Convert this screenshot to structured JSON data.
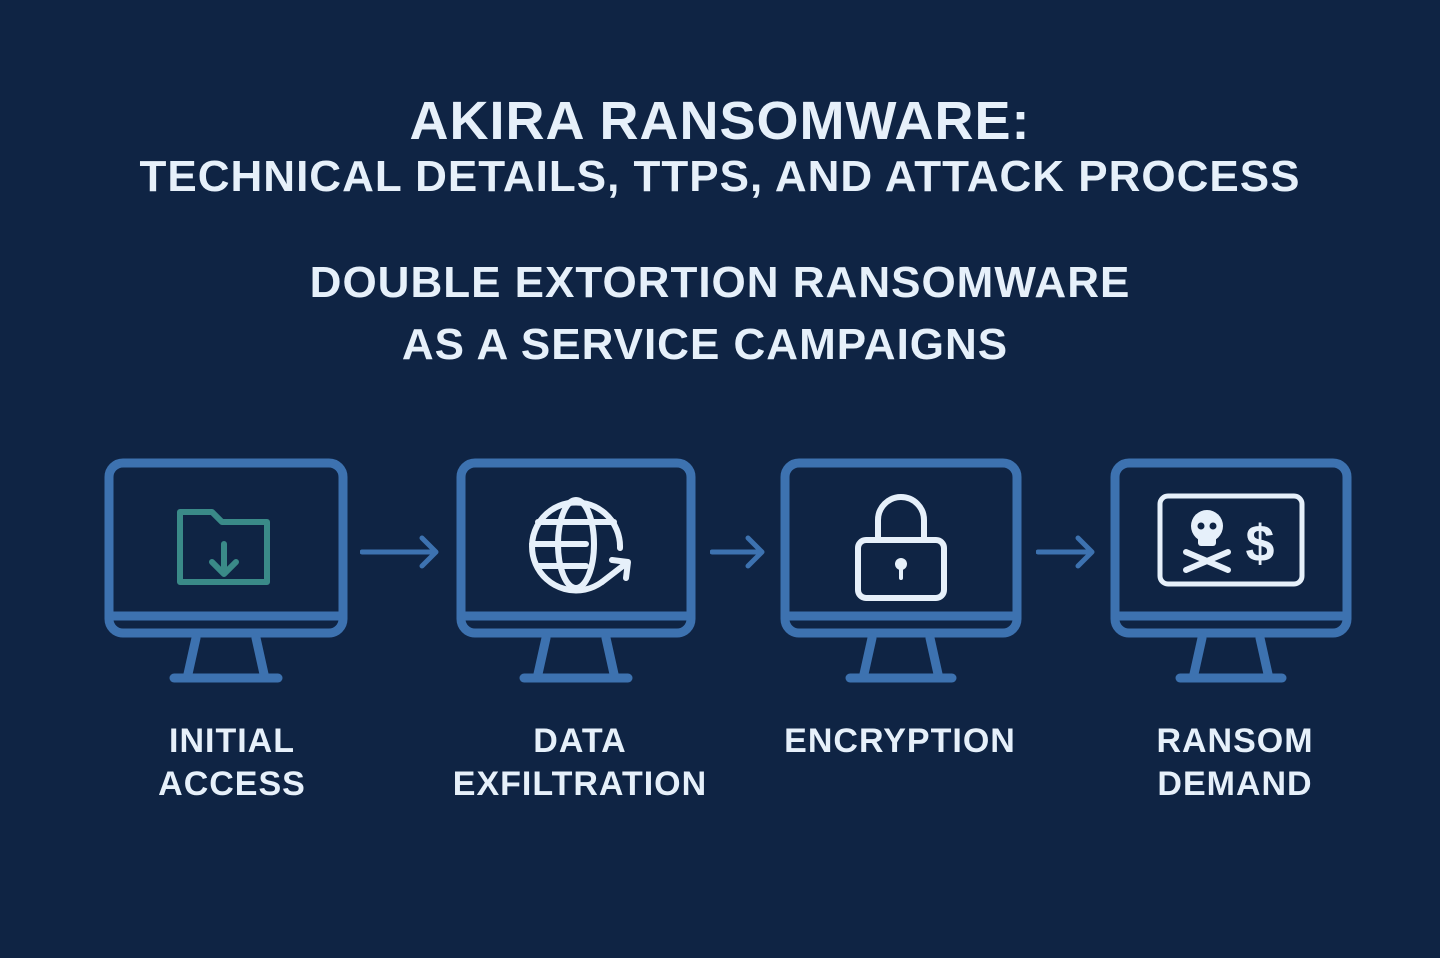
{
  "header": {
    "title": "AKIRA RANSOMWARE:",
    "subtitle": "TECHNICAL DETAILS, TTPS, AND ATTACK PROCESS"
  },
  "tagline": {
    "line1": "DOUBLE EXTORTION RANSOMWARE",
    "line2": "AS A SERVICE CAMPAIGNS"
  },
  "colors": {
    "background": "#0f2444",
    "monitor": "#3d72b0",
    "icon": "#e6f0fa",
    "folder": "#3a8a88",
    "text": "#e6f0fa"
  },
  "steps": [
    {
      "icon": "folder-download-icon",
      "line1": "INITIAL",
      "line2": "ACCESS"
    },
    {
      "icon": "globe-arrow-icon",
      "line1": "DATA",
      "line2": "EXFILTRATION"
    },
    {
      "icon": "padlock-icon",
      "line1": "ENCRYPTION",
      "line2": ""
    },
    {
      "icon": "skull-dollar-icon",
      "line1": "RANSOM",
      "line2": "DEMAND"
    }
  ]
}
